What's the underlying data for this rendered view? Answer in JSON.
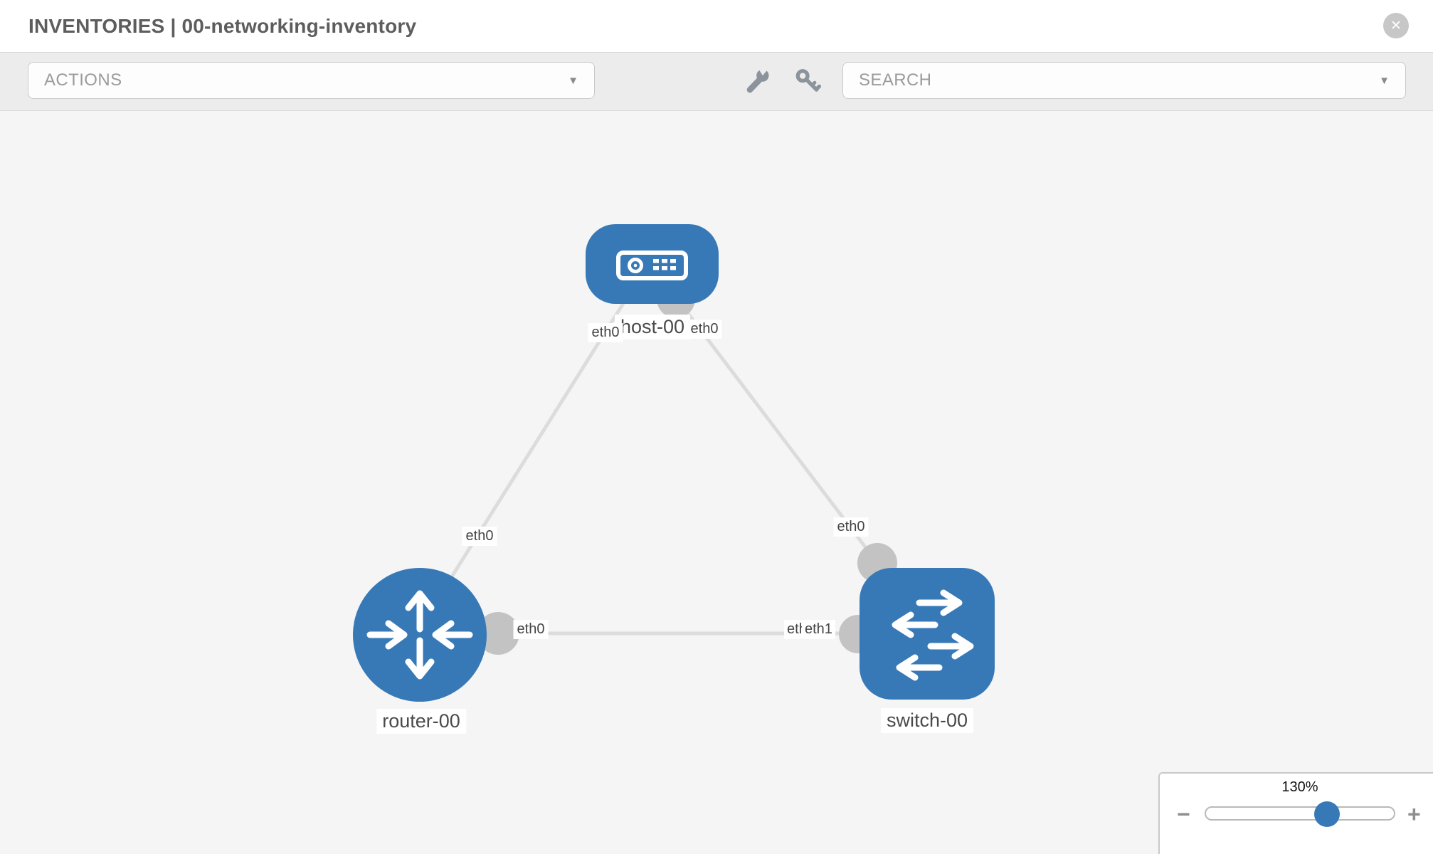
{
  "header": {
    "title": "INVENTORIES | 00-networking-inventory"
  },
  "toolbar": {
    "actions_label": "ACTIONS",
    "search_label": "SEARCH",
    "tool_icons": [
      "wrench",
      "key"
    ]
  },
  "icons": {
    "close": "✕",
    "caret_down": "▼",
    "minus": "−",
    "plus": "+"
  },
  "topology": {
    "nodes": [
      {
        "label": "host-00",
        "type": "host"
      },
      {
        "label": "router-00",
        "type": "router"
      },
      {
        "label": "switch-00",
        "type": "switch"
      }
    ],
    "links": [
      {
        "from": "host-00",
        "to": "router-00",
        "from_label": "eth0",
        "to_label": "eth0"
      },
      {
        "from": "host-00",
        "to": "switch-00",
        "from_label": "eth0",
        "to_label": "eth0"
      },
      {
        "from": "router-00",
        "to": "switch-00",
        "from_label": "eth0",
        "to_label": "eth1",
        "to_label_overlapped": "eth0"
      }
    ]
  },
  "zoom_control": {
    "level": "130%"
  },
  "colors": {
    "node_blue": "#3779b7",
    "link_gray": "#dcdcdc",
    "interface_gray": "#c3c3c3",
    "toolbar_bg": "#ececec",
    "canvas_bg": "#f5f5f5"
  }
}
